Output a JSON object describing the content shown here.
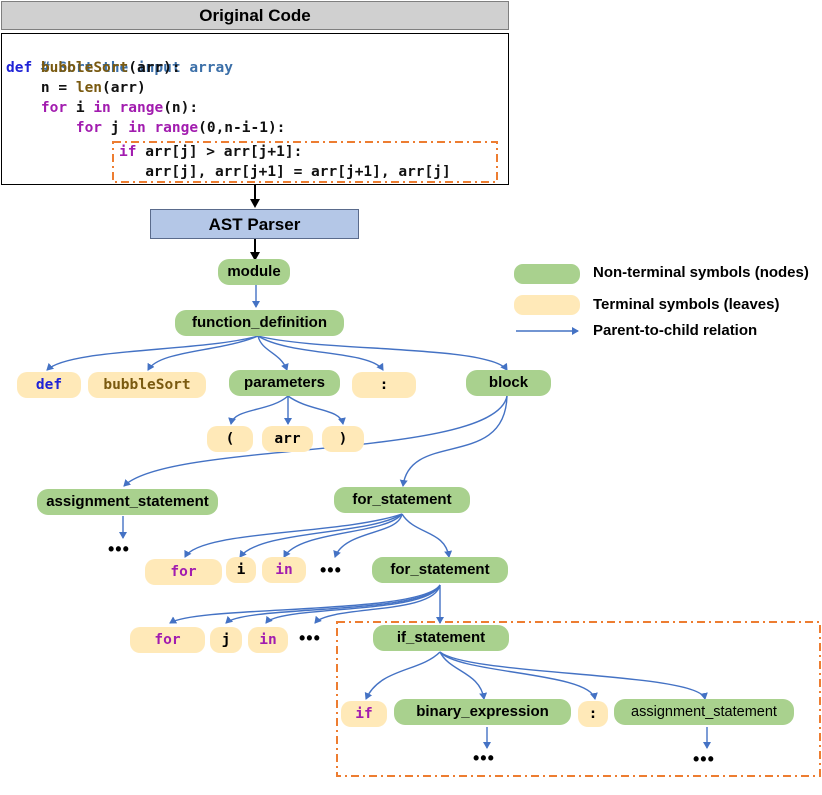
{
  "header": {
    "title": "Original Code"
  },
  "code": {
    "line1": {
      "a": "# Sort the input array"
    },
    "line2": {
      "kw": "def",
      "sp": " ",
      "fn": "bubbleSort",
      "rest": "(arr):"
    },
    "line3": {
      "indent": "    ",
      "a": "n = ",
      "fn": "len",
      "b": "(arr)"
    },
    "line4": {
      "indent": "    ",
      "kw1": "for",
      "a": " i ",
      "kw2": "in",
      "sp": " ",
      "kw3": "range",
      "b": "(n):"
    },
    "line5": {
      "indent": "        ",
      "kw1": "for",
      "a": " j ",
      "kw2": "in",
      "sp": " ",
      "kw3": "range",
      "b": "(0,n-i-1):"
    },
    "line6": {
      "kw": "if",
      "a": " arr[j] > arr[j+1]:"
    },
    "line7": {
      "a": "   arr[j], arr[j+1] = arr[j+1], arr[j]"
    }
  },
  "parser": {
    "label": "AST Parser"
  },
  "tree": {
    "module": "module",
    "function_definition": "function_definition",
    "def": "def",
    "bubbleSort": "bubbleSort",
    "parameters": "parameters",
    "colon1": ":",
    "block": "block",
    "lparen": "(",
    "arr": "arr",
    "rparen": ")",
    "assignment_statement": "assignment_statement",
    "for_statement1": "for_statement",
    "for1": "for",
    "i": "i",
    "in1": "in",
    "for_statement2": "for_statement",
    "for2": "for",
    "j": "j",
    "in2": "in",
    "if_statement": "if_statement",
    "if": "if",
    "binary_expression": "binary_expression",
    "colon2": ":",
    "assignment_statement2": "assignment_statement",
    "ellipsis": "•••"
  },
  "legend": {
    "nonterminal": "Non-terminal symbols (nodes)",
    "terminal": "Terminal symbols (leaves)",
    "relation": "Parent-to-child relation"
  },
  "colors": {
    "nonterminal": "#a9d18e",
    "terminal": "#ffe9b8",
    "relation": "#4472c4",
    "highlight": "#ed7d31",
    "keyword_blue": "#1f23d6",
    "keyword_purple": "#a21caf"
  }
}
